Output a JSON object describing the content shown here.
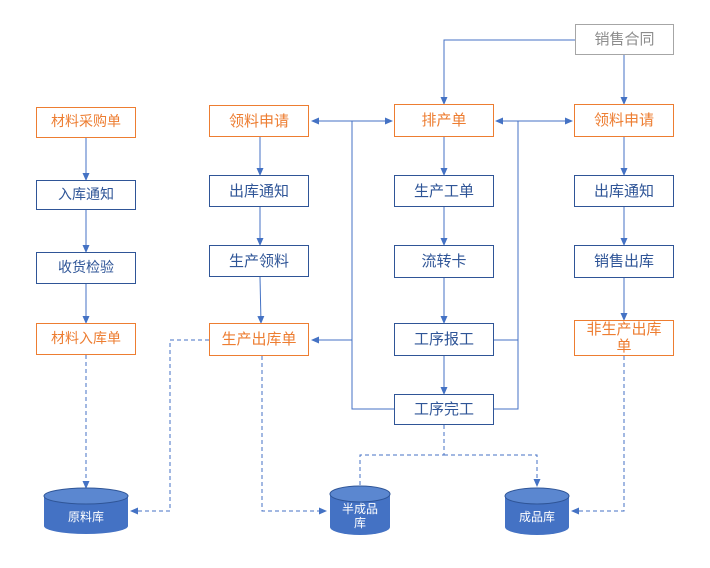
{
  "colors": {
    "blue_border": "#2F5597",
    "orange_border": "#ED7D31",
    "gray_border": "#A6A6A6",
    "connector": "#4472C4",
    "db_fill": "#4472C4",
    "db_top": "#5B87D0"
  },
  "nodes": {
    "sales_contract": "销售合同",
    "material_purchase": "材料采购单",
    "inbound_notice": "入库通知",
    "receiving_inspection": "收货检验",
    "material_inbound": "材料入库单",
    "requisition_left": "领料申请",
    "outbound_notice_left": "出库通知",
    "production_picking": "生产领料",
    "production_outbound": "生产出库单",
    "production_schedule": "排产单",
    "work_order": "生产工单",
    "transfer_card": "流转卡",
    "process_report": "工序报工",
    "process_complete": "工序完工",
    "requisition_right": "领料申请",
    "outbound_notice_right": "出库通知",
    "sales_outbound": "销售出库",
    "non_production_outbound": "非生产出库单"
  },
  "databases": {
    "raw_material": "原料库",
    "semi_finished": "半成品库",
    "finished": "成品库"
  }
}
